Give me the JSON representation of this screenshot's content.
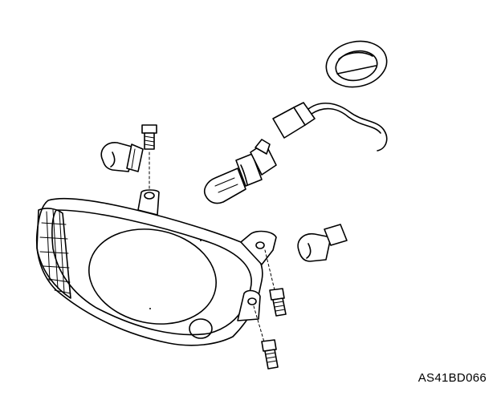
{
  "figure": {
    "reference_code": "AS41BD066",
    "parts": [
      {
        "name": "headlight-housing"
      },
      {
        "name": "headlight-bulb"
      },
      {
        "name": "bulb-connector"
      },
      {
        "name": "dust-cover"
      },
      {
        "name": "parking-bulb"
      },
      {
        "name": "turn-signal-bulb"
      },
      {
        "name": "mounting-bolt",
        "count": 3
      }
    ]
  }
}
